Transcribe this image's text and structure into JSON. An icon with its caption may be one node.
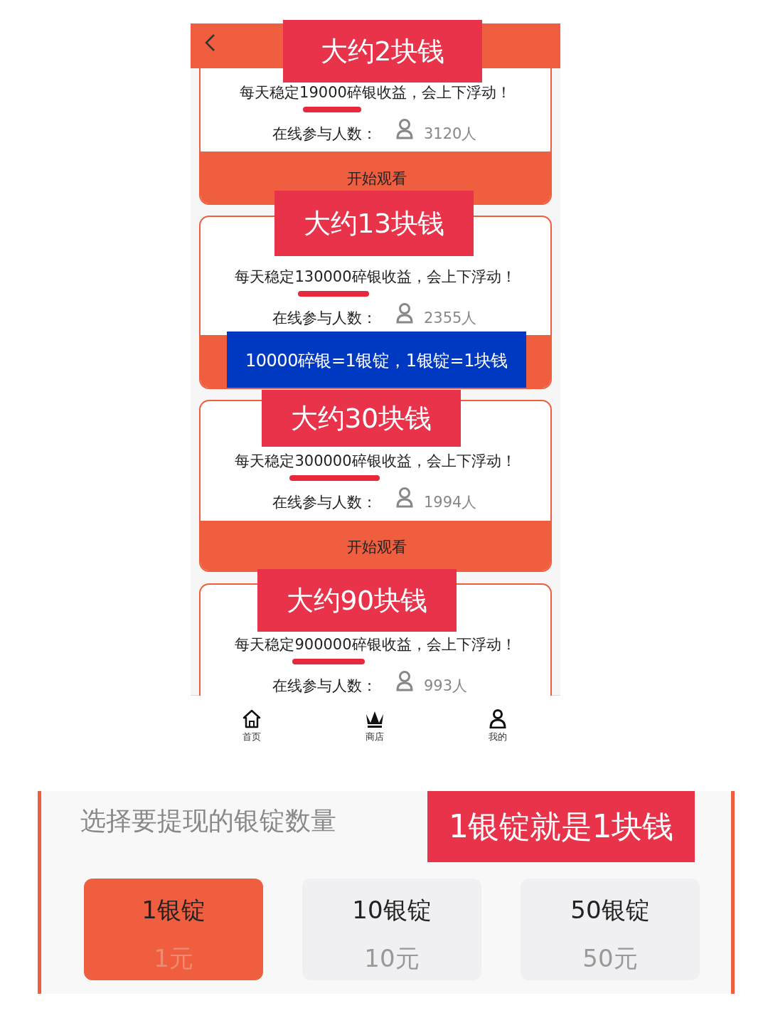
{
  "diagram": {
    "nodes": [
      {
        "text": [
          "每天稳定19000碎银收益，会上下浮动！",
          "在线参与人数：",
          "3120人"
        ]
      },
      {
        "text": [
          "开始观看"
        ],
        "in": 0
      },
      {
        "text": [
          "大约2块钱"
        ]
      },
      {
        "text": [
          "每天稳定130000碎银收益，会上下浮动！",
          "在线参与人数：",
          "2355人"
        ]
      },
      {
        "text": [
          "大约13块钱"
        ]
      },
      {
        "text": [
          "10000碎银=1银锭，1银锭=1块钱"
        ],
        "in": 3
      },
      {
        "text": [
          "每天稳定300000碎银收益，会上下浮动！",
          "在线参与人数：",
          "1994人"
        ]
      },
      {
        "text": [
          "开始观看"
        ],
        "in": 6
      },
      {
        "text": [
          "大约30块钱"
        ]
      },
      {
        "text": [
          "每天稳定900000碎银收益，会上下浮动！",
          "在线参与人数：",
          "993人"
        ]
      },
      {
        "text": [
          "大约90块钱"
        ]
      },
      {
        "text": [
          "选择要提现的银锭数量"
        ]
      },
      {
        "text": [
          "1银锭就是1块钱"
        ],
        "in": 11
      },
      {
        "text": [
          "1银锭",
          "1元"
        ],
        "in": 11
      },
      {
        "text": [
          "10银锭",
          "10元"
        ],
        "in": 11
      },
      {
        "text": [
          "50银锭",
          "50元"
        ],
        "in": 11
      }
    ],
    "labels": [
      "首页",
      "商店",
      "我的"
    ]
  }
}
